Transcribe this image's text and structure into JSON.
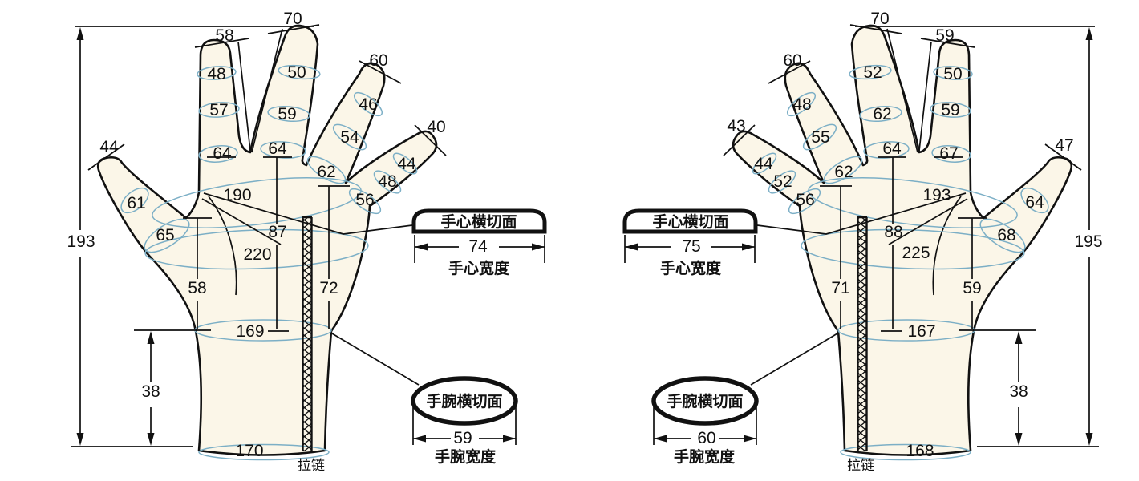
{
  "colors": {
    "outline": "#111111",
    "girth_line": "#7cafc6",
    "glove_fill": "#fbf6e8",
    "background": "#ffffff"
  },
  "left": {
    "height": "193",
    "thumb": {
      "tip": "44",
      "segments": [
        "61",
        "65"
      ]
    },
    "index": {
      "tip": "58",
      "segments": [
        "48",
        "57",
        "64"
      ]
    },
    "middle": {
      "tip": "70",
      "segments": [
        "50",
        "59",
        "64"
      ]
    },
    "ring": {
      "tip": "60",
      "segments": [
        "46",
        "54",
        "62"
      ]
    },
    "pinky": {
      "tip": "40",
      "segments": [
        "44",
        "48",
        "56"
      ]
    },
    "knuckle_girth": "190",
    "palm_girth": "220",
    "palm_height": "87",
    "thumb_side_height": "58",
    "pinky_side_height": "72",
    "wrist_girth": "169",
    "cuff_height": "38",
    "opening_girth": "170",
    "zipper_label": "拉链",
    "palm_section": {
      "title": "手心横切面",
      "width": "74",
      "caption": "手心宽度"
    },
    "wrist_section": {
      "title": "手腕横切面",
      "width": "59",
      "caption": "手腕宽度"
    }
  },
  "right": {
    "height": "195",
    "thumb": {
      "tip": "47",
      "segments": [
        "64",
        "68"
      ]
    },
    "index": {
      "tip": "59",
      "segments": [
        "50",
        "59",
        "67"
      ]
    },
    "middle": {
      "tip": "70",
      "segments": [
        "52",
        "62",
        "64"
      ]
    },
    "ring": {
      "tip": "60",
      "segments": [
        "48",
        "55",
        "62"
      ]
    },
    "pinky": {
      "tip": "43",
      "segments": [
        "44",
        "52",
        "56"
      ]
    },
    "knuckle_girth": "193",
    "palm_girth": "225",
    "palm_height": "88",
    "thumb_side_height": "59",
    "pinky_side_height": "71",
    "wrist_girth": "167",
    "cuff_height": "38",
    "opening_girth": "168",
    "zipper_label": "拉链",
    "palm_section": {
      "title": "手心横切面",
      "width": "75",
      "caption": "手心宽度"
    },
    "wrist_section": {
      "title": "手腕横切面",
      "width": "60",
      "caption": "手腕宽度"
    }
  }
}
